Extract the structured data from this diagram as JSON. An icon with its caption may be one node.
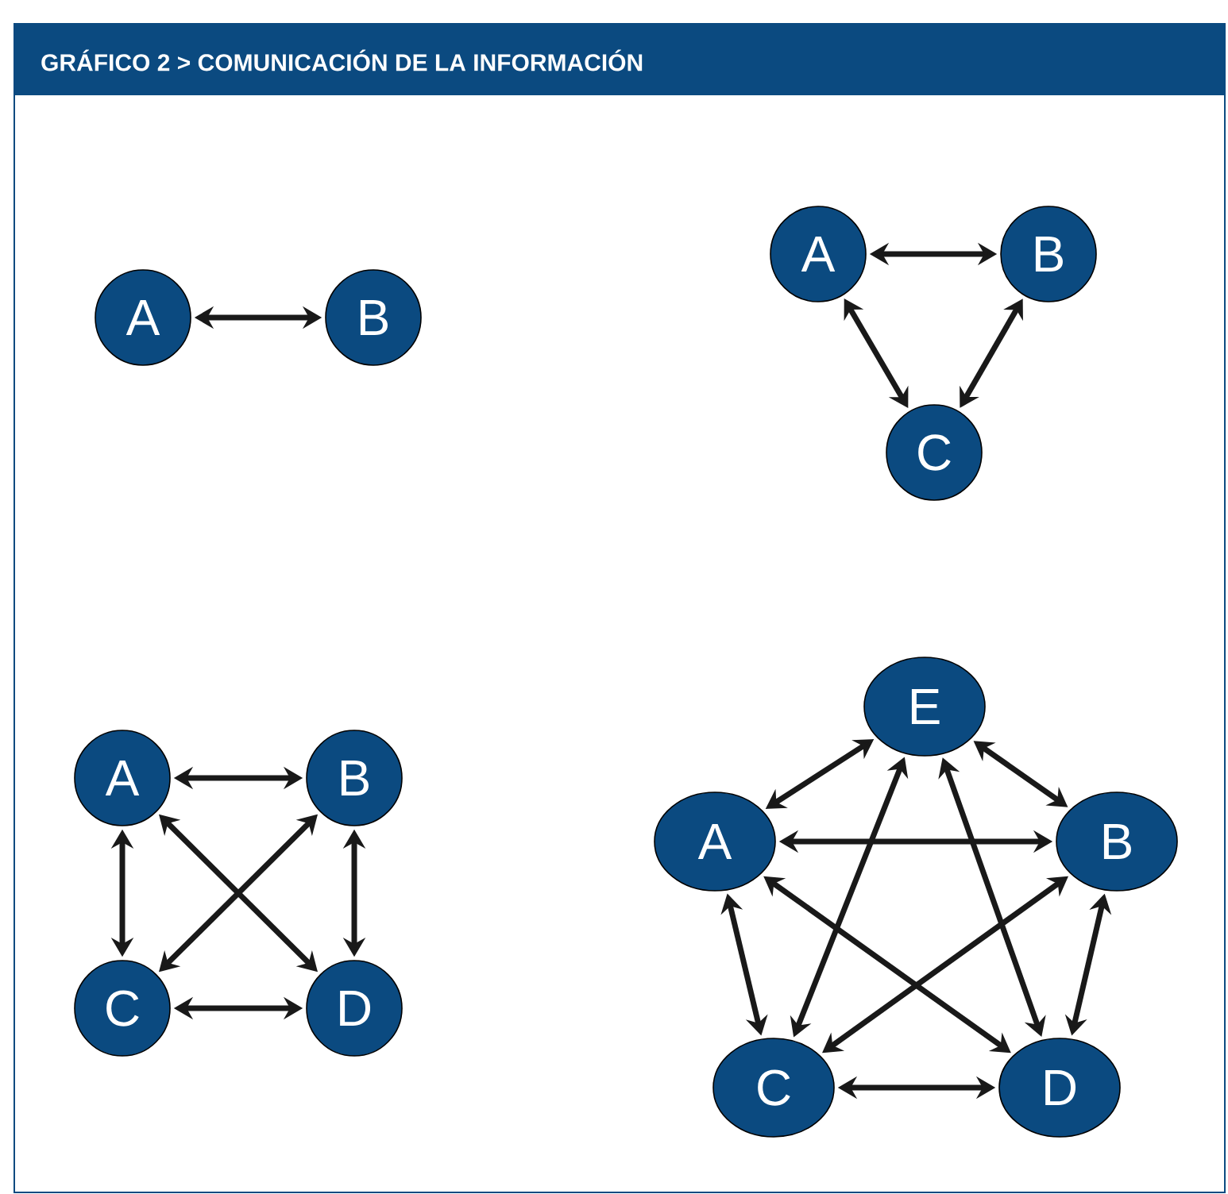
{
  "diagram": {
    "title": "GRÁFICO 2 > COMUNICACIÓN DE LA INFORMACIÓN",
    "nodes": [
      {
        "text": [
          "A"
        ]
      },
      {
        "text": [
          "B"
        ]
      },
      {
        "text": [
          "A"
        ]
      },
      {
        "text": [
          "B"
        ]
      },
      {
        "text": [
          "C"
        ]
      },
      {
        "text": [
          "A"
        ]
      },
      {
        "text": [
          "B"
        ]
      },
      {
        "text": [
          "C"
        ]
      },
      {
        "text": [
          "D"
        ]
      },
      {
        "text": [
          "E"
        ]
      },
      {
        "text": [
          "A"
        ]
      },
      {
        "text": [
          "B"
        ]
      },
      {
        "text": [
          "C"
        ]
      },
      {
        "text": [
          "D"
        ]
      }
    ],
    "edges": [
      {
        "from": 0,
        "to": 1,
        "arrow": "both"
      },
      {
        "from": 2,
        "to": 3,
        "arrow": "both"
      },
      {
        "from": 2,
        "to": 4,
        "arrow": "both"
      },
      {
        "from": 3,
        "to": 4,
        "arrow": "both"
      },
      {
        "from": 5,
        "to": 6,
        "arrow": "both"
      },
      {
        "from": 5,
        "to": 7,
        "arrow": "both"
      },
      {
        "from": 6,
        "to": 8,
        "arrow": "both"
      },
      {
        "from": 7,
        "to": 8,
        "arrow": "both"
      },
      {
        "from": 5,
        "to": 8,
        "arrow": "both"
      },
      {
        "from": 6,
        "to": 7,
        "arrow": "both"
      },
      {
        "from": 10,
        "to": 9,
        "arrow": "both"
      },
      {
        "from": 9,
        "to": 11,
        "arrow": "both"
      },
      {
        "from": 11,
        "to": 13,
        "arrow": "both"
      },
      {
        "from": 12,
        "to": 13,
        "arrow": "both"
      },
      {
        "from": 10,
        "to": 12,
        "arrow": "both"
      },
      {
        "from": 10,
        "to": 11,
        "arrow": "both"
      },
      {
        "from": 10,
        "to": 13,
        "arrow": "both"
      },
      {
        "from": 9,
        "to": 12,
        "arrow": "both"
      },
      {
        "from": 9,
        "to": 13,
        "arrow": "both"
      },
      {
        "from": 11,
        "to": 12,
        "arrow": "both"
      }
    ]
  }
}
